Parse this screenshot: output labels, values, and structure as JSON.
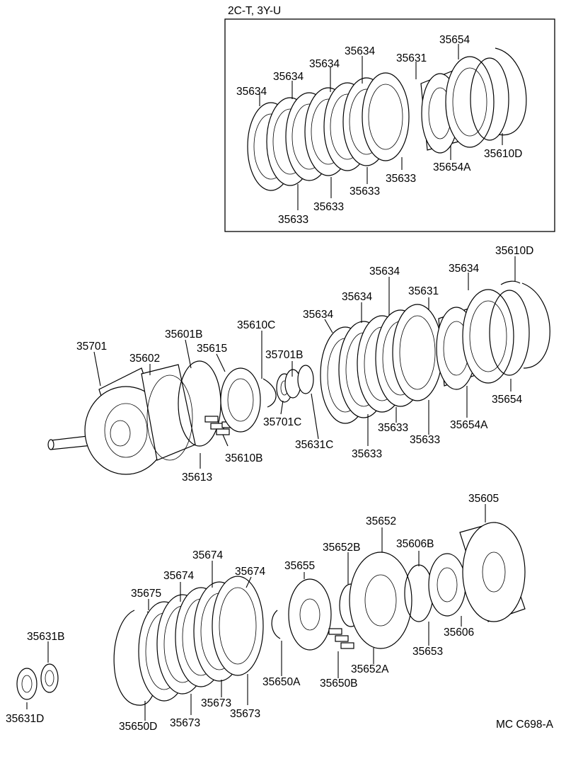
{
  "figure_code": "MC  C698-A",
  "inset": {
    "title": "2C-T, 3Y-U",
    "labels": {
      "p35634_a": "35634",
      "p35634_b": "35634",
      "p35634_c": "35634",
      "p35634_d": "35634",
      "p35631": "35631",
      "p35654": "35654",
      "p35633_a": "35633",
      "p35633_b": "35633",
      "p35633_c": "35633",
      "p35633_d": "35633",
      "p35654A": "35654A",
      "p35610D": "35610D"
    }
  },
  "middle": {
    "labels": {
      "p35701": "35701",
      "p35602": "35602",
      "p35601B": "35601B",
      "p35615": "35615",
      "p35610C": "35610C",
      "p35701B": "35701B",
      "p35701C": "35701C",
      "p35631C": "35631C",
      "p35610B": "35610B",
      "p35613": "35613",
      "p35634_a": "35634",
      "p35634_b": "35634",
      "p35634_c": "35634",
      "p35634_d": "35634",
      "p35631": "35631",
      "p35610D": "35610D",
      "p35654": "35654",
      "p35654A": "35654A",
      "p35633_a": "35633",
      "p35633_b": "35633",
      "p35633_c": "35633"
    }
  },
  "bottom": {
    "labels": {
      "p35605": "35605",
      "p35652": "35652",
      "p35652B": "35652B",
      "p35606B": "35606B",
      "p35655": "35655",
      "p35674_a": "35674",
      "p35674_b": "35674",
      "p35674_c": "35674",
      "p35675": "35675",
      "p35631B": "35631B",
      "p35631D": "35631D",
      "p35650D": "35650D",
      "p35673_a": "35673",
      "p35673_b": "35673",
      "p35673_c": "35673",
      "p35650A": "35650A",
      "p35650B": "35650B",
      "p35652A": "35652A",
      "p35653": "35653",
      "p35606": "35606"
    }
  }
}
